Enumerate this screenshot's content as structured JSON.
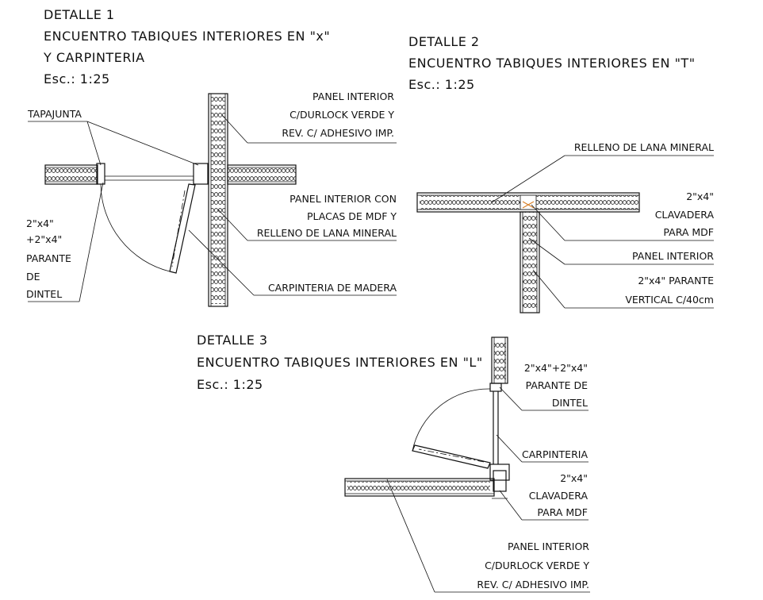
{
  "detalle1": {
    "title": "DETALLE 1",
    "subtitle1": "ENCUENTRO TABIQUES INTERIORES EN \"x\"",
    "subtitle2": "Y CARPINTERIA",
    "scale": "Esc.: 1:25",
    "tapajunta": "TAPAJUNTA",
    "panel_verde": [
      "PANEL INTERIOR",
      "C/DURLOCK VERDE Y",
      "REV. C/ ADHESIVO IMP."
    ],
    "panel_mdf": [
      "PANEL INTERIOR CON",
      "PLACAS DE MDF Y",
      "RELLENO DE LANA MINERAL"
    ],
    "carpinteria": "CARPINTERIA DE MADERA",
    "parante": [
      "2\"x4\"",
      "+2\"x4\"",
      "PARANTE",
      "DE",
      "DINTEL"
    ]
  },
  "detalle2": {
    "title": "DETALLE 2",
    "subtitle1": "ENCUENTRO TABIQUES INTERIORES EN \"T\"",
    "scale": "Esc.: 1:25",
    "relleno": "RELLENO DE LANA MINERAL",
    "clavadera": [
      "2\"x4\"",
      "CLAVADERA",
      "PARA MDF"
    ],
    "panel": "PANEL INTERIOR",
    "parante": [
      "2\"x4\" PARANTE",
      "VERTICAL C/40cm"
    ]
  },
  "detalle3": {
    "title": "DETALLE 3",
    "subtitle1": "ENCUENTRO TABIQUES INTERIORES EN \"L\"",
    "scale": "Esc.: 1:25",
    "parante": [
      "2\"x4\"+2\"x4\"",
      "PARANTE DE",
      "DINTEL"
    ],
    "carpinteria": "CARPINTERIA",
    "clavadera": [
      "2\"x4\"",
      "CLAVADERA",
      "PARA MDF"
    ],
    "panel": [
      "PANEL INTERIOR",
      "C/DURLOCK VERDE Y",
      "REV. C/ ADHESIVO IMP."
    ]
  },
  "accent": "#d9822b"
}
